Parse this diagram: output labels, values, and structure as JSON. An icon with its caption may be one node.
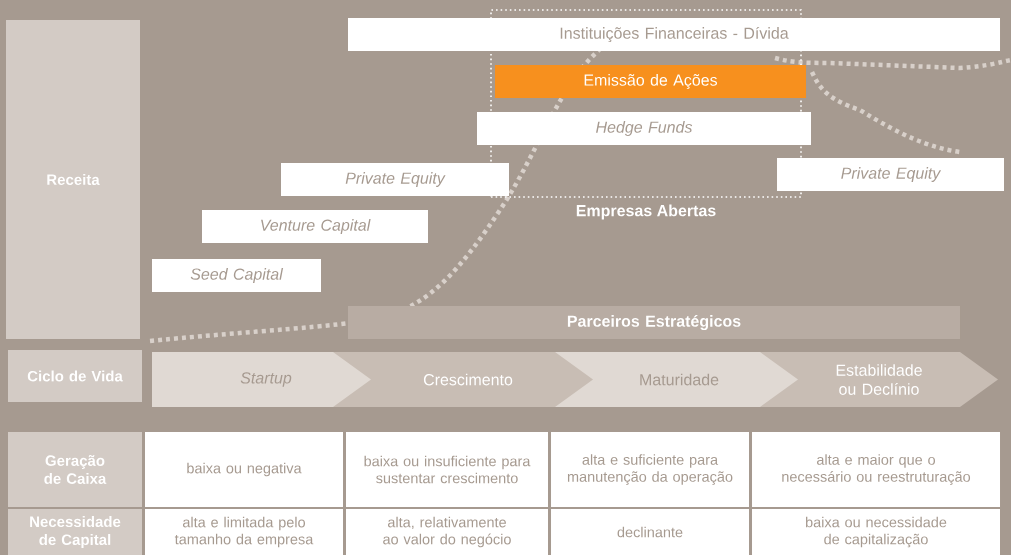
{
  "diagram": {
    "nodes": [
      {
        "text": [
          "Receita"
        ]
      },
      {
        "text": [
          "Empresas Abertas"
        ]
      },
      {
        "text": [
          "Instituições Financeiras  - Dívida"
        ]
      },
      {
        "text": [
          "Emissão de Ações"
        ],
        "in": 1
      },
      {
        "text": [
          "Hedge Funds"
        ]
      },
      {
        "text": [
          "Private Equity"
        ]
      },
      {
        "text": [
          "Private Equity"
        ]
      },
      {
        "text": [
          "Venture Capital"
        ]
      },
      {
        "text": [
          "Seed Capital"
        ]
      },
      {
        "text": [
          "Parceiros Estratégicos"
        ]
      },
      {
        "text": [
          "Ciclo de Vida"
        ]
      },
      {
        "text": [
          "Startup"
        ]
      },
      {
        "text": [
          "Crescimento"
        ]
      },
      {
        "text": [
          "Maturidade"
        ]
      },
      {
        "text": [
          "Estabilidade ou Declínio"
        ]
      },
      {
        "text": [
          "Geração de Caixa"
        ]
      },
      {
        "text": [
          "Necessidade de Capital"
        ]
      }
    ],
    "labels": [
      "baixa ou negativa",
      "baixa ou insuficiente para sustentar crescimento",
      "alta e suficiente para manutenção da operação",
      "alta e maior que o necessário ou reestruturação",
      "alta e limitada pelo tamanho da empresa",
      "alta, relativamente ao valor do negócio",
      "declinante",
      "baixa ou necessidade de capitalização"
    ]
  }
}
